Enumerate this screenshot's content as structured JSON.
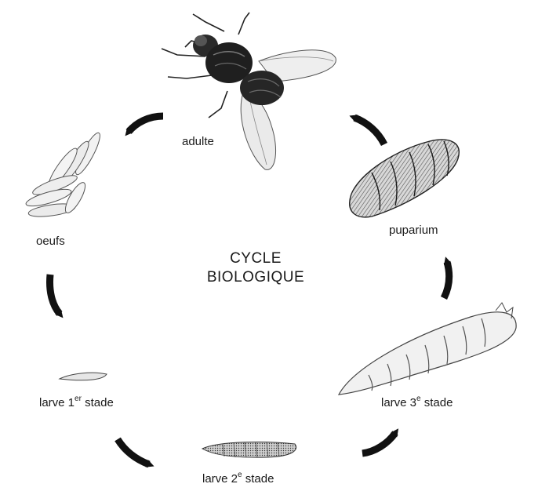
{
  "title": {
    "line1": "CYCLE",
    "line2": "BIOLOGIQUE"
  },
  "stages": {
    "adult": "adulte",
    "eggs": "oeufs",
    "larva1": {
      "prefix": "larve 1",
      "sup": "er",
      "suffix": " stade"
    },
    "larva2": {
      "prefix": "larve 2",
      "sup": "e",
      "suffix": " stade"
    },
    "larva3": {
      "prefix": "larve 3",
      "sup": "e",
      "suffix": " stade"
    },
    "puparium": "puparium"
  },
  "colors": {
    "ink": "#111111",
    "shade": "#4a4a4a",
    "paper": "#ffffff"
  }
}
